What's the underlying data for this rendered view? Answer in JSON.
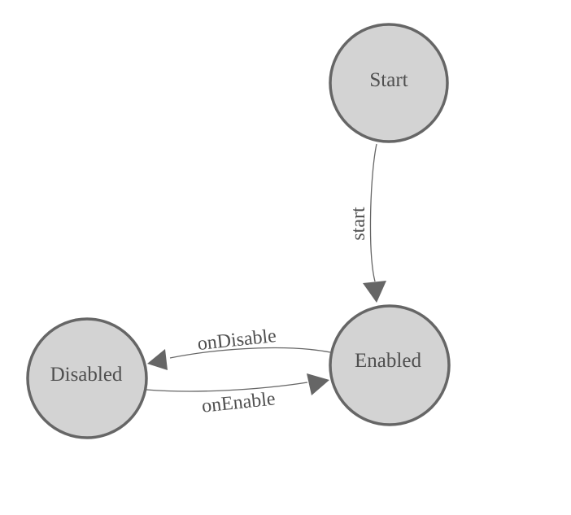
{
  "diagram": {
    "type": "state-machine",
    "background_color": "#ffffff",
    "colors": {
      "node_fill": "#d3d3d3",
      "node_stroke": "#666666",
      "edge_stroke": "#666666",
      "arrowhead_fill": "#666666",
      "label_color": "#4f4f4f"
    },
    "nodes": [
      {
        "id": "start",
        "label": "Start"
      },
      {
        "id": "enabled",
        "label": "Enabled"
      },
      {
        "id": "disabled",
        "label": "Disabled"
      }
    ],
    "edges": [
      {
        "from": "Start",
        "to": "Enabled",
        "label": "start"
      },
      {
        "from": "Enabled",
        "to": "Disabled",
        "label": "onDisable"
      },
      {
        "from": "Disabled",
        "to": "Enabled",
        "label": "onEnable"
      }
    ]
  }
}
